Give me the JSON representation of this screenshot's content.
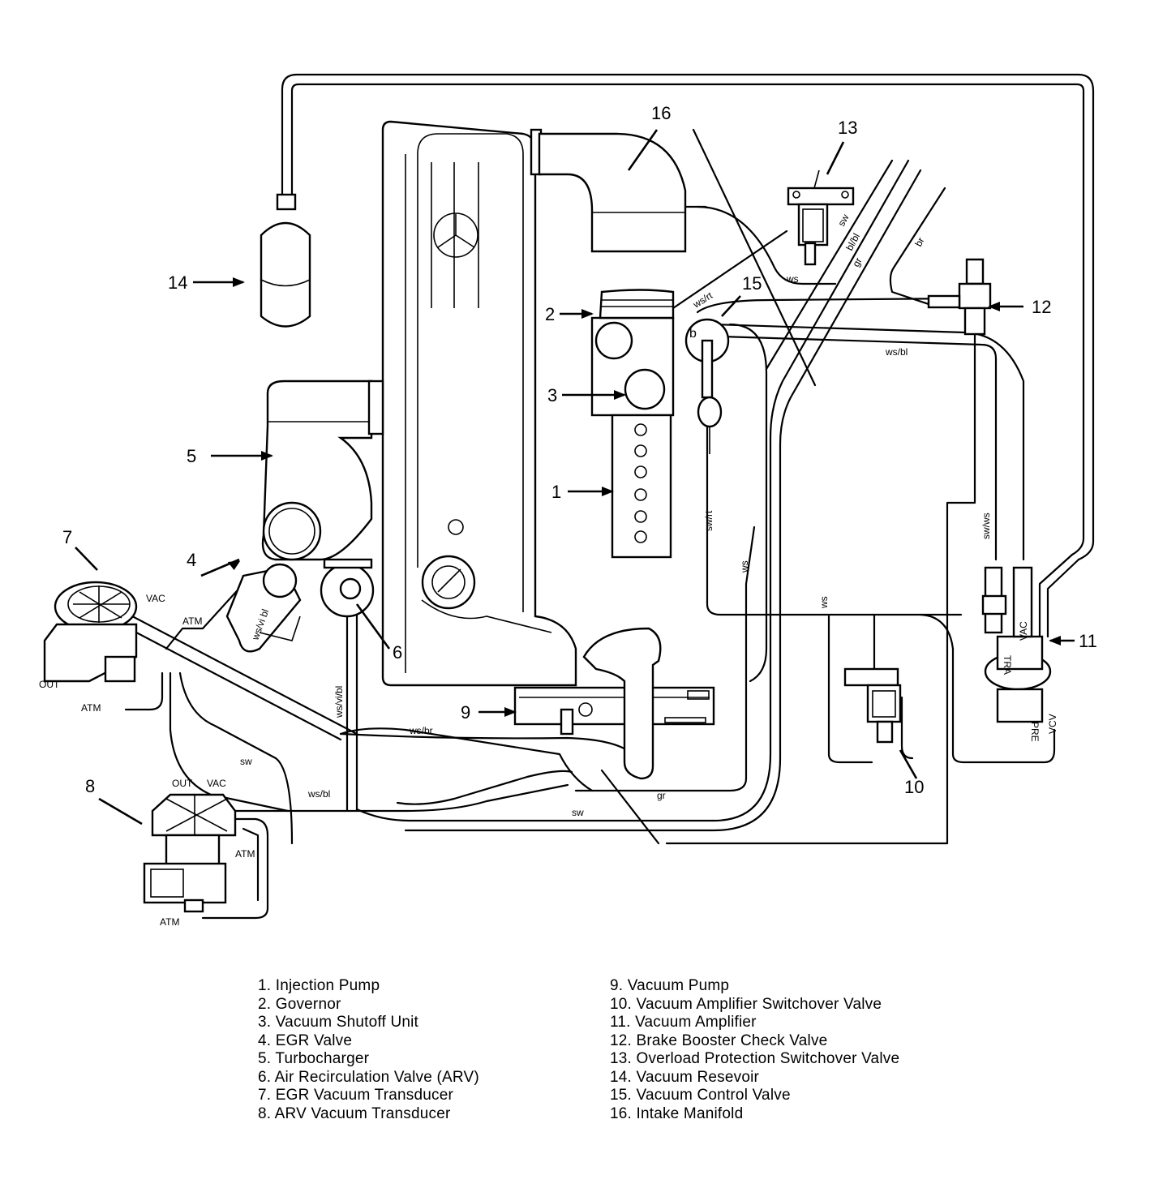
{
  "callouts": [
    "1",
    "2",
    "3",
    "4",
    "5",
    "6",
    "7",
    "8",
    "9",
    "10",
    "11",
    "12",
    "13",
    "14",
    "15",
    "16"
  ],
  "hose_colors": {
    "ws_rt": "ws/rt",
    "ws": "ws",
    "sw": "sw",
    "bl_bl": "bl/bl",
    "gr": "gr",
    "br": "br",
    "ws_bl": "ws/bl",
    "sw_rt": "sw/rt",
    "sw_ws": "sw/ws",
    "ws_br": "ws/br",
    "ws_vi_bl": "ws/vi/bl",
    "ws_vi_bl2": "ws/vi bl"
  },
  "port_labels": {
    "vac": "VAC",
    "atm": "ATM",
    "out": "OUT",
    "tra": "TRA",
    "vcv": "VCV",
    "pre": "PRE",
    "b": "b"
  },
  "legend": [
    "1. Injection Pump",
    "2. Governor",
    "3. Vacuum Shutoff Unit",
    "4. EGR Valve",
    "5. Turbocharger",
    "6. Air Recirculation Valve (ARV)",
    "7. EGR Vacuum Transducer",
    "8. ARV Vacuum Transducer",
    "9. Vacuum Pump",
    "10. Vacuum Amplifier Switchover Valve",
    "11. Vacuum Amplifier",
    "12. Brake Booster Check Valve",
    "13. Overload Protection Switchover Valve",
    "14. Vacuum Resevoir",
    "15. Vacuum Control Valve",
    "16. Intake Manifold"
  ]
}
